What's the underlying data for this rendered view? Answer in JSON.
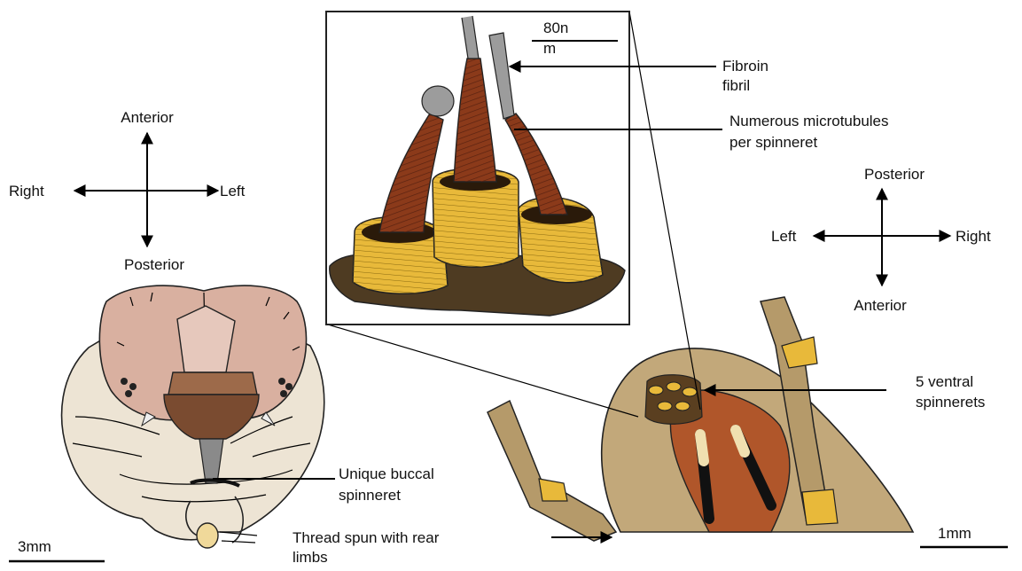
{
  "compass_left": {
    "top": "Anterior",
    "bottom": "Posterior",
    "left": "Right",
    "right": "Left"
  },
  "compass_right": {
    "top": "Posterior",
    "bottom": "Anterior",
    "left": "Left",
    "right": "Right"
  },
  "inset": {
    "scale_line1": "80n",
    "scale_line2": "m"
  },
  "labels": {
    "fibroin_line1": "Fibroin",
    "fibroin_line2": "fibril",
    "microtubules_line1": "Numerous  microtubules",
    "microtubules_line2": "per spinneret",
    "ventral_line1": "5 ventral",
    "ventral_line2": "spinnerets",
    "buccal_line1": "Unique buccal",
    "buccal_line2": "spinneret",
    "thread_line1": "Thread spun with rear",
    "thread_line2": "limbs"
  },
  "scalebars": {
    "left": "3mm",
    "right": "1mm"
  },
  "colors": {
    "spinneret_brown": "#8b3a1a",
    "spinneret_yellow": "#e8b93a",
    "base_dark": "#4e3b22",
    "larva_head": "#d9b0a0",
    "larva_body": "#ede4d4",
    "abdomen": "#c2a87a",
    "leg": "#b59a6a"
  }
}
